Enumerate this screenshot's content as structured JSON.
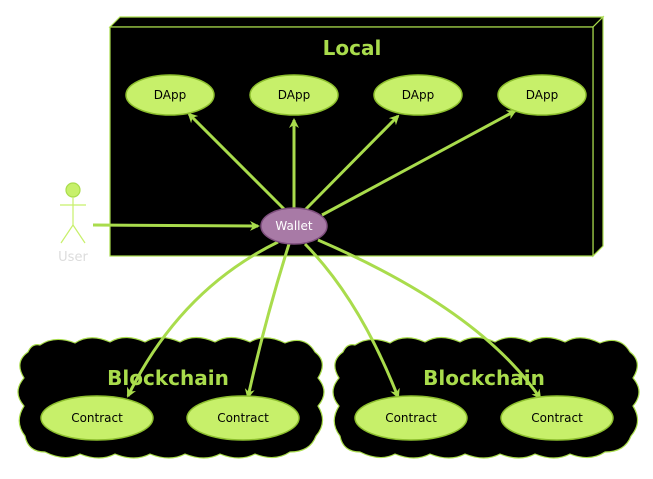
{
  "colors": {
    "accent": "#A9DC4C",
    "node_fill": "#C7F06A",
    "node_stroke": "#8DBF2E",
    "wallet_fill": "#A87AA6",
    "wallet_stroke": "#7F4F7E",
    "panel_bg": "#000000",
    "actor_label": "#DCDCDC"
  },
  "local": {
    "title": "Local",
    "dapps": [
      {
        "label": "DApp",
        "icon": "dapp-usecase"
      },
      {
        "label": "DApp",
        "icon": "dapp-usecase"
      },
      {
        "label": "DApp",
        "icon": "dapp-usecase"
      },
      {
        "label": "DApp",
        "icon": "dapp-usecase"
      }
    ]
  },
  "wallet": {
    "label": "Wallet"
  },
  "user": {
    "label": "User",
    "icon": "user-actor-icon"
  },
  "blockchains": [
    {
      "title": "Blockchain",
      "contracts": [
        {
          "label": "Contract"
        },
        {
          "label": "Contract"
        }
      ]
    },
    {
      "title": "Blockchain",
      "contracts": [
        {
          "label": "Contract"
        },
        {
          "label": "Contract"
        }
      ]
    }
  ],
  "edges": [
    "User -> Wallet",
    "Wallet -> DApp 1",
    "Wallet -> DApp 2",
    "Wallet -> DApp 3",
    "Wallet -> DApp 4",
    "Wallet -> Contract 1",
    "Wallet -> Contract 2",
    "Wallet -> Contract 3",
    "Wallet -> Contract 4"
  ]
}
